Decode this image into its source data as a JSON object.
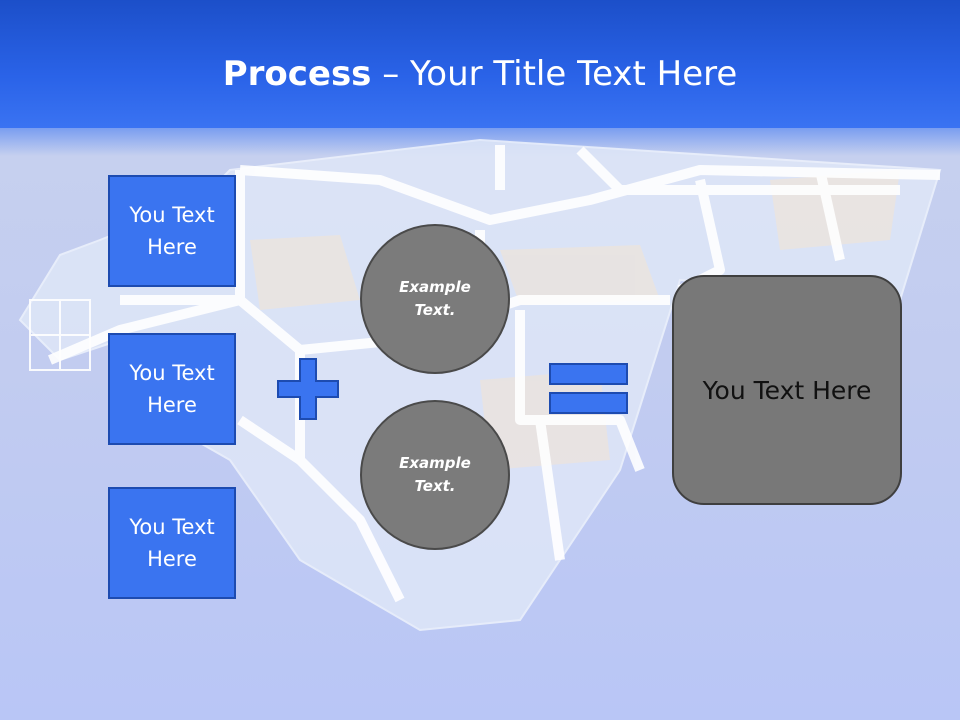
{
  "slide": {
    "title_bold": "Process",
    "title_rest": " – Your Title Text Here",
    "left_boxes": [
      {
        "label": "You Text Here"
      },
      {
        "label": "You Text Here"
      },
      {
        "label": "You Text Here"
      }
    ],
    "circles": [
      {
        "label": "Example Text."
      },
      {
        "label": "Example Text."
      }
    ],
    "result_label": "You Text Here",
    "operators": {
      "plus": "plus-icon",
      "equals": "equals-icon"
    },
    "colors": {
      "header": "#2a63e8",
      "box_fill": "#3a74f0",
      "circle_fill": "#7b7b7b",
      "result_fill": "#787878"
    }
  }
}
